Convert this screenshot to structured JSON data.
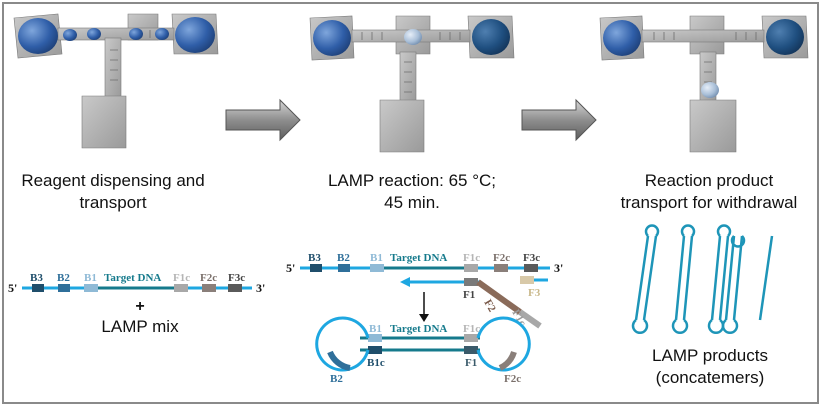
{
  "steps": [
    {
      "caption_line1": "Reagent dispensing and",
      "caption_line2": "transport"
    },
    {
      "caption_line1": "LAMP reaction: 65 °C;",
      "caption_line2": "45 min."
    },
    {
      "caption_line1": "Reaction product",
      "caption_line2": "transport for withdrawal"
    }
  ],
  "dna_left": {
    "prime5": "5'",
    "prime3": "3'",
    "labels": {
      "b3": "B3",
      "b2": "B2",
      "b1": "B1",
      "target": "Target DNA",
      "f1c": "F1c",
      "f2c": "F2c",
      "f3c": "F3c"
    },
    "plus": "+",
    "mix": "LAMP mix"
  },
  "dna_middle": {
    "prime5": "5'",
    "prime3": "3'",
    "labels": {
      "b3": "B3",
      "b2": "B2",
      "b1": "B1",
      "target": "Target DNA",
      "f1c": "F1c",
      "f2c": "F2c",
      "f3c": "F3c"
    },
    "primer": {
      "f1": "F1",
      "f2": "F2",
      "f1c": "F1c",
      "f3": "F3"
    },
    "loop": {
      "b1": "B1",
      "target": "Target DNA",
      "f1c": "F1c",
      "b1c": "B1c",
      "f1": "F1",
      "b2": "B2",
      "f2c": "F2c"
    }
  },
  "products": {
    "line1": "LAMP products",
    "line2": "(concatemers)"
  },
  "colors": {
    "strand": "#1ea7e1",
    "dark_strand": "#157a8c",
    "segment_dark": "#1f4e6b",
    "segment_mid": "#2f6f9a",
    "segment_light": "#8fbad6",
    "segment_gray": "#a8a8a8",
    "segment_brown": "#8a6b5a",
    "chip": "#a6a6a6",
    "droplet": "#2e5fa8",
    "arrow": "#7f7f7f"
  }
}
